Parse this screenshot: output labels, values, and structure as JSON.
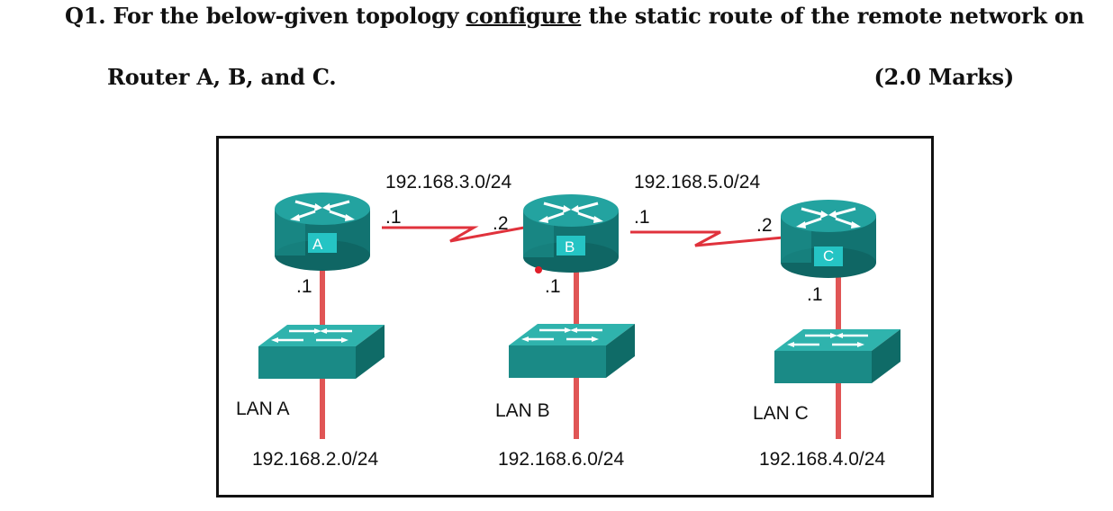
{
  "question": {
    "number": "Q1.",
    "text_pre": "For the below-given topology ",
    "text_underlined": "configure",
    "text_post": " the static route of the remote network on",
    "line2": "Router A, B, and C.",
    "marks": "(2.0 Marks)"
  },
  "colors": {
    "router_body": "#1b8c8a",
    "router_dark": "#0f6664",
    "router_top": "#2aa9a6",
    "label_box": "#25c4c4",
    "link_red": "#e0323c",
    "lan_red": "#e05555",
    "switch_body": "#1a8a86"
  },
  "diagram": {
    "routers": [
      {
        "label": "A"
      },
      {
        "label": "B"
      },
      {
        "label": "C"
      }
    ],
    "wan_links": [
      {
        "network": "192.168.3.0/24",
        "left_host": ".1",
        "right_host": ".2"
      },
      {
        "network": "192.168.5.0/24",
        "left_host": ".1",
        "right_host": ".2"
      }
    ],
    "lans": [
      {
        "name": "LAN A",
        "network": "192.168.2.0/24",
        "gateway": ".1"
      },
      {
        "name": "LAN B",
        "network": "192.168.6.0/24",
        "gateway": ".1"
      },
      {
        "name": "LAN C",
        "network": "192.168.4.0/24",
        "gateway": ".1"
      }
    ]
  }
}
